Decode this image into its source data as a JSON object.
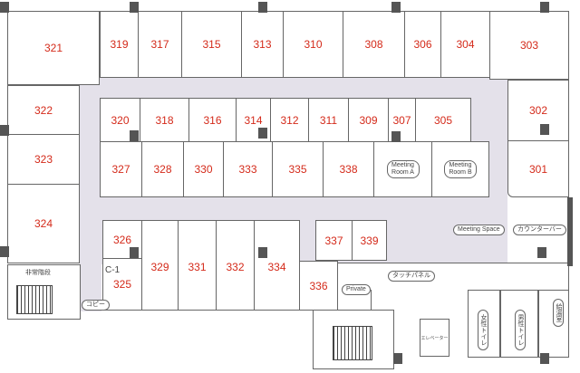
{
  "rooms": {
    "r321": "321",
    "r319": "319",
    "r317": "317",
    "r315": "315",
    "r313": "313",
    "r310": "310",
    "r308": "308",
    "r306": "306",
    "r304": "304",
    "r303": "303",
    "r322": "322",
    "r323": "323",
    "r324": "324",
    "r302": "302",
    "r301": "301",
    "r320": "320",
    "r318": "318",
    "r316": "316",
    "r314": "314",
    "r312": "312",
    "r311": "311",
    "r309": "309",
    "r307": "307",
    "r305": "305",
    "r327": "327",
    "r328": "328",
    "r330": "330",
    "r333": "333",
    "r335": "335",
    "r338": "338",
    "r326": "326",
    "r325": "325",
    "c1": "C-1",
    "r329": "329",
    "r331": "331",
    "r332": "332",
    "r334": "334",
    "r336": "336",
    "r337": "337",
    "r339": "339"
  },
  "labels": {
    "meeting_a": "Meeting Room A",
    "meeting_b": "Meeting Room B",
    "meeting_space": "Meeting Space",
    "counter_bar": "カウンターバー",
    "touch_panel": "タッチパネル",
    "private": "Private",
    "copy": "コピー",
    "emergency_stairs": "非常階段",
    "elevator": "エレベーター",
    "womens_toilet": "女性トイレ",
    "mens_toilet": "男性トイレ",
    "kitchenette": "給湯室"
  }
}
